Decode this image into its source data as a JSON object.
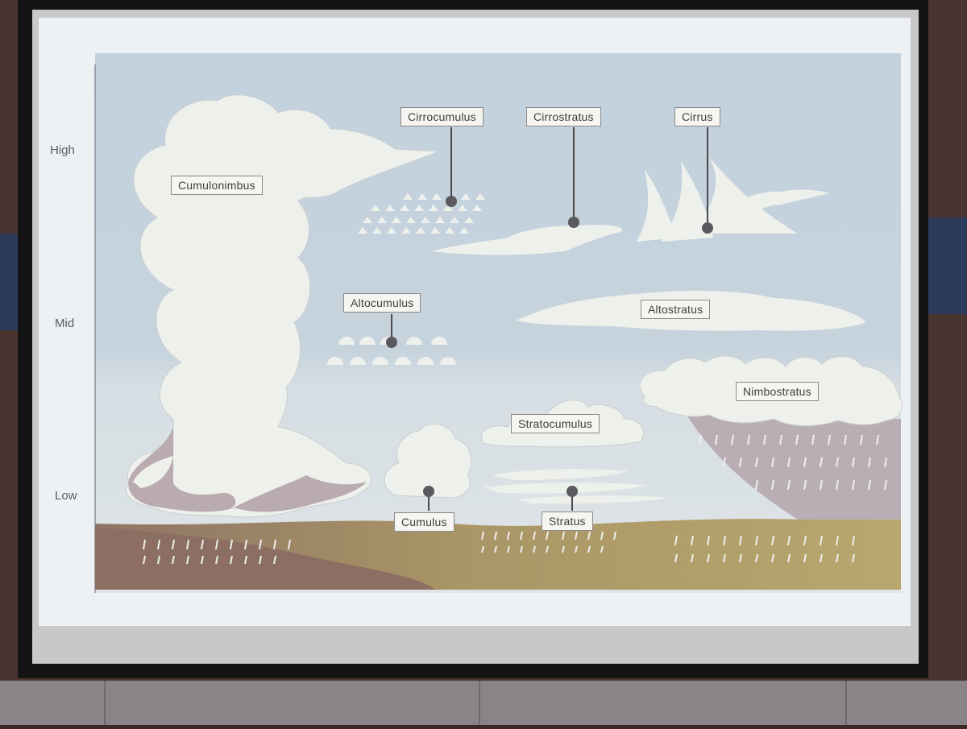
{
  "altitude_levels": {
    "high": "High",
    "mid": "Mid",
    "low": "Low"
  },
  "cloud_types": {
    "cumulonimbus": "Cumulonimbus",
    "cirrocumulus": "Cirrocumulus",
    "cirrostratus": "Cirrostratus",
    "cirrus": "Cirrus",
    "altocumulus": "Altocumulus",
    "altostratus": "Altostratus",
    "nimbostratus": "Nimbostratus",
    "stratocumulus": "Stratocumulus",
    "cumulus": "Cumulus",
    "stratus": "Stratus"
  },
  "colors": {
    "sky_high": "#bfcfdc",
    "sky_low": "#d9e2e8",
    "cloud": "#eef0ec",
    "rain_cloud": "#b8aeb4",
    "ground_brown": "#8f7364",
    "ground_gold": "#b7a46c"
  }
}
